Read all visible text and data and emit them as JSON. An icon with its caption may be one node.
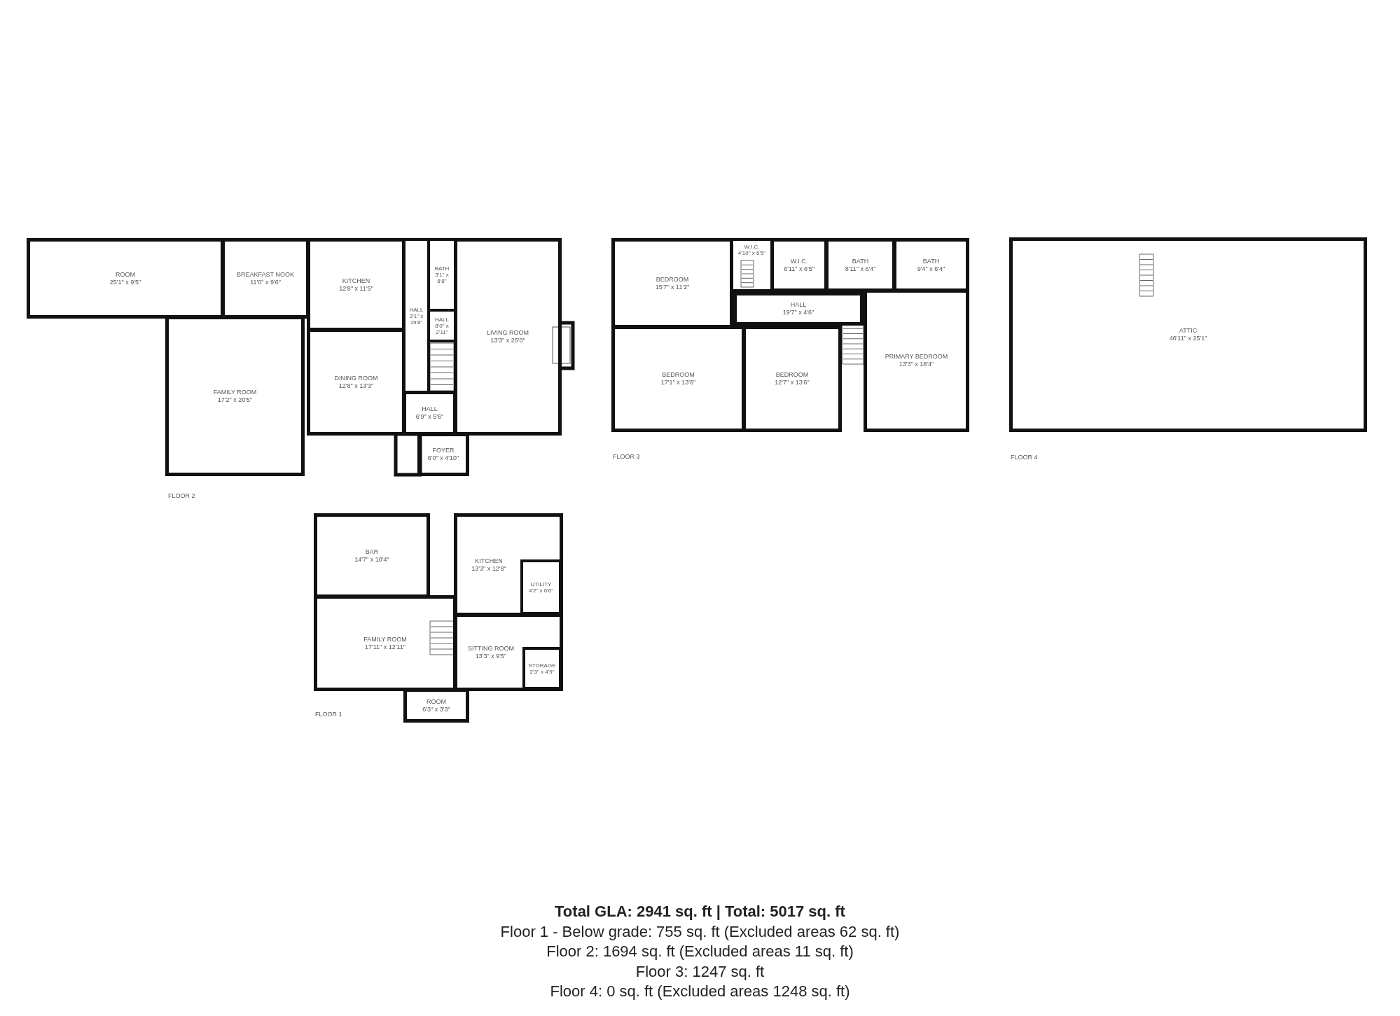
{
  "diagram": {
    "nodes": [
      {
        "text": [
          "ROOM",
          "25'1\" x 9'5\""
        ]
      },
      {
        "text": [
          "BREAKFAST NOOK",
          "11'0\" x 9'6\""
        ]
      },
      {
        "text": [
          "KITCHEN",
          "12'8\" x 11'5\""
        ]
      },
      {
        "text": [
          "BATH",
          "3'1\" x 8'8\""
        ]
      },
      {
        "text": [
          "HALL",
          "3'1\" x 19'8\""
        ]
      },
      {
        "text": [
          "HALL",
          "8'0\" x 2'11\""
        ]
      },
      {
        "text": [
          "LIVING ROOM",
          "13'3\" x 25'0\""
        ]
      },
      {
        "text": [
          "FAMILY ROOM",
          "17'2\" x 20'5\""
        ]
      },
      {
        "text": [
          "DINING ROOM",
          "12'8\" x 13'3\""
        ]
      },
      {
        "text": [
          "HALL",
          "6'9\" x 5'6\""
        ]
      },
      {
        "text": [
          "FOYER",
          "6'0\" x 4'10\""
        ]
      },
      {
        "text": [
          "BEDROOM",
          "15'7\" x 11'2\""
        ]
      },
      {
        "text": [
          "W.I.C.",
          "4'10\" x 6'5\""
        ]
      },
      {
        "text": [
          "W.I.C.",
          "6'11\" x 6'5\""
        ]
      },
      {
        "text": [
          "BATH",
          "8'11\" x 6'4\""
        ]
      },
      {
        "text": [
          "BATH",
          "9'4\" x 6'4\""
        ]
      },
      {
        "text": [
          "HALL",
          "19'7\" x 4'6\""
        ]
      },
      {
        "text": [
          "BEDROOM",
          "17'1\" x 13'6\""
        ]
      },
      {
        "text": [
          "BEDROOM",
          "12'7\" x 13'6\""
        ]
      },
      {
        "text": [
          "PRIMARY BEDROOM",
          "13'3\" x 18'4\""
        ]
      },
      {
        "text": [
          "ATTIC",
          "46'11\" x 25'1\""
        ]
      },
      {
        "text": [
          "BAR",
          "14'7\" x 10'4\""
        ]
      },
      {
        "text": [
          "KITCHEN",
          "13'3\" x 12'8\""
        ]
      },
      {
        "text": [
          "UTILITY",
          "4'2\" x 6'6\""
        ],
        "in": 22
      },
      {
        "text": [
          "FAMILY ROOM",
          "17'11\" x 12'11\""
        ]
      },
      {
        "text": [
          "SITTING ROOM",
          "13'3\" x 9'5\""
        ]
      },
      {
        "text": [
          "STORAGE",
          "2'3\" x 4'9\""
        ],
        "in": 25
      },
      {
        "text": [
          "ROOM",
          "6'3\" x 3'3\""
        ]
      }
    ],
    "labels": [
      "FLOOR 2",
      "FLOOR 3",
      "FLOOR 4",
      "FLOOR 1",
      "Total GLA: 2941 sq. ft | Total: 5017 sq. ft",
      "Floor 1 - Below grade: 755 sq. ft (Excluded areas 62 sq. ft)",
      "Floor 2: 1694 sq. ft (Excluded areas 11 sq. ft)",
      "Floor 3: 1247 sq. ft",
      "Floor 4: 0 sq. ft (Excluded areas 1248 sq. ft)"
    ]
  }
}
